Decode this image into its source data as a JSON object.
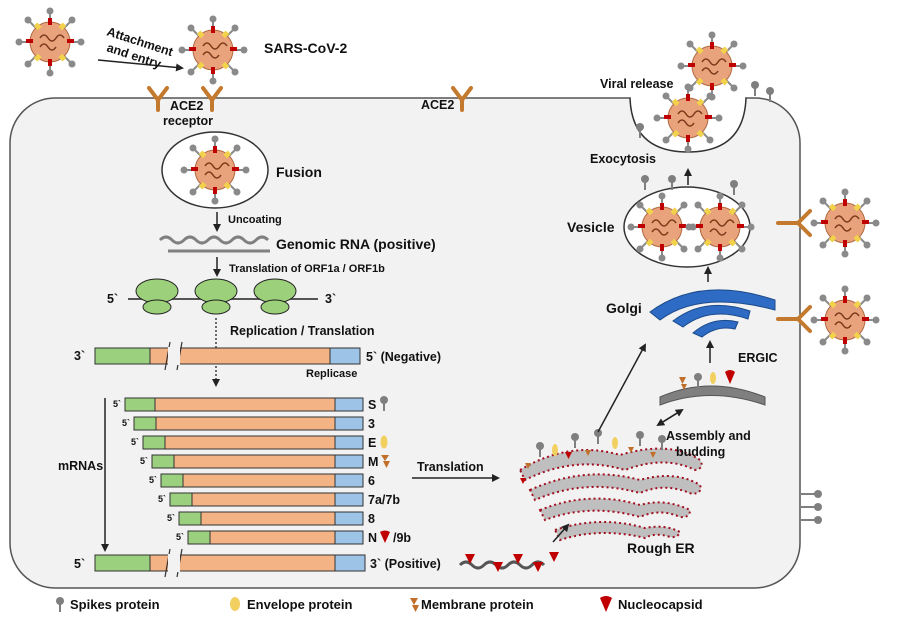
{
  "labels": {
    "attachment": "Attachment",
    "and_entry": "and entry",
    "sars": "SARS-CoV-2",
    "ace2": "ACE2",
    "ace2_receptor": "ACE2",
    "receptor": "receptor",
    "fusion": "Fusion",
    "uncoating": "Uncoating",
    "genomic_rna": "Genomic RNA (positive)",
    "translation_orf": "Translation of ORF1a / ORF1b",
    "five_prime": "5`",
    "three_prime": "3`",
    "replication": "Replication / Translation",
    "negative": "5` (Negative)",
    "replicase": "Replicase",
    "mrnas": "mRNAs",
    "translation": "Translation",
    "positive": "3` (Positive)",
    "viral_release": "Viral release",
    "exocytosis": "Exocytosis",
    "vesicle": "Vesicle",
    "golgi": "Golgi",
    "ergic": "ERGIC",
    "assembly": "Assembly and",
    "budding": "budding",
    "rough_er": "Rough ER"
  },
  "mrna_labels": [
    "S",
    "3",
    "E",
    "M",
    "6",
    "7a/7b",
    "8",
    "N"
  ],
  "mrna_suffix_9b": "/9b",
  "legend": {
    "spike": "Spikes protein",
    "envelope": "Envelope protein",
    "membrane": "Membrane protein",
    "nucleocapsid": "Nucleocapsid"
  },
  "colors": {
    "virus_body": "#e8a37c",
    "spike_red": "#c00000",
    "spike_yellow": "#f2d24b",
    "ace2_receptor": "#c47a2e",
    "ribosome": "#9cd07a",
    "rna_green": "#9bd07f",
    "rna_orange": "#f4b384",
    "rna_blue": "#9dc3e6",
    "golgi_blue": "#2e6bc4",
    "er_grey": "#bfbfbf",
    "er_dots": "#a01020",
    "spike_grey": "#7f7f7f",
    "membrane_protein": "#c0702a",
    "envelope_protein": "#f2d060",
    "nucleocapsid": "#c00000"
  }
}
